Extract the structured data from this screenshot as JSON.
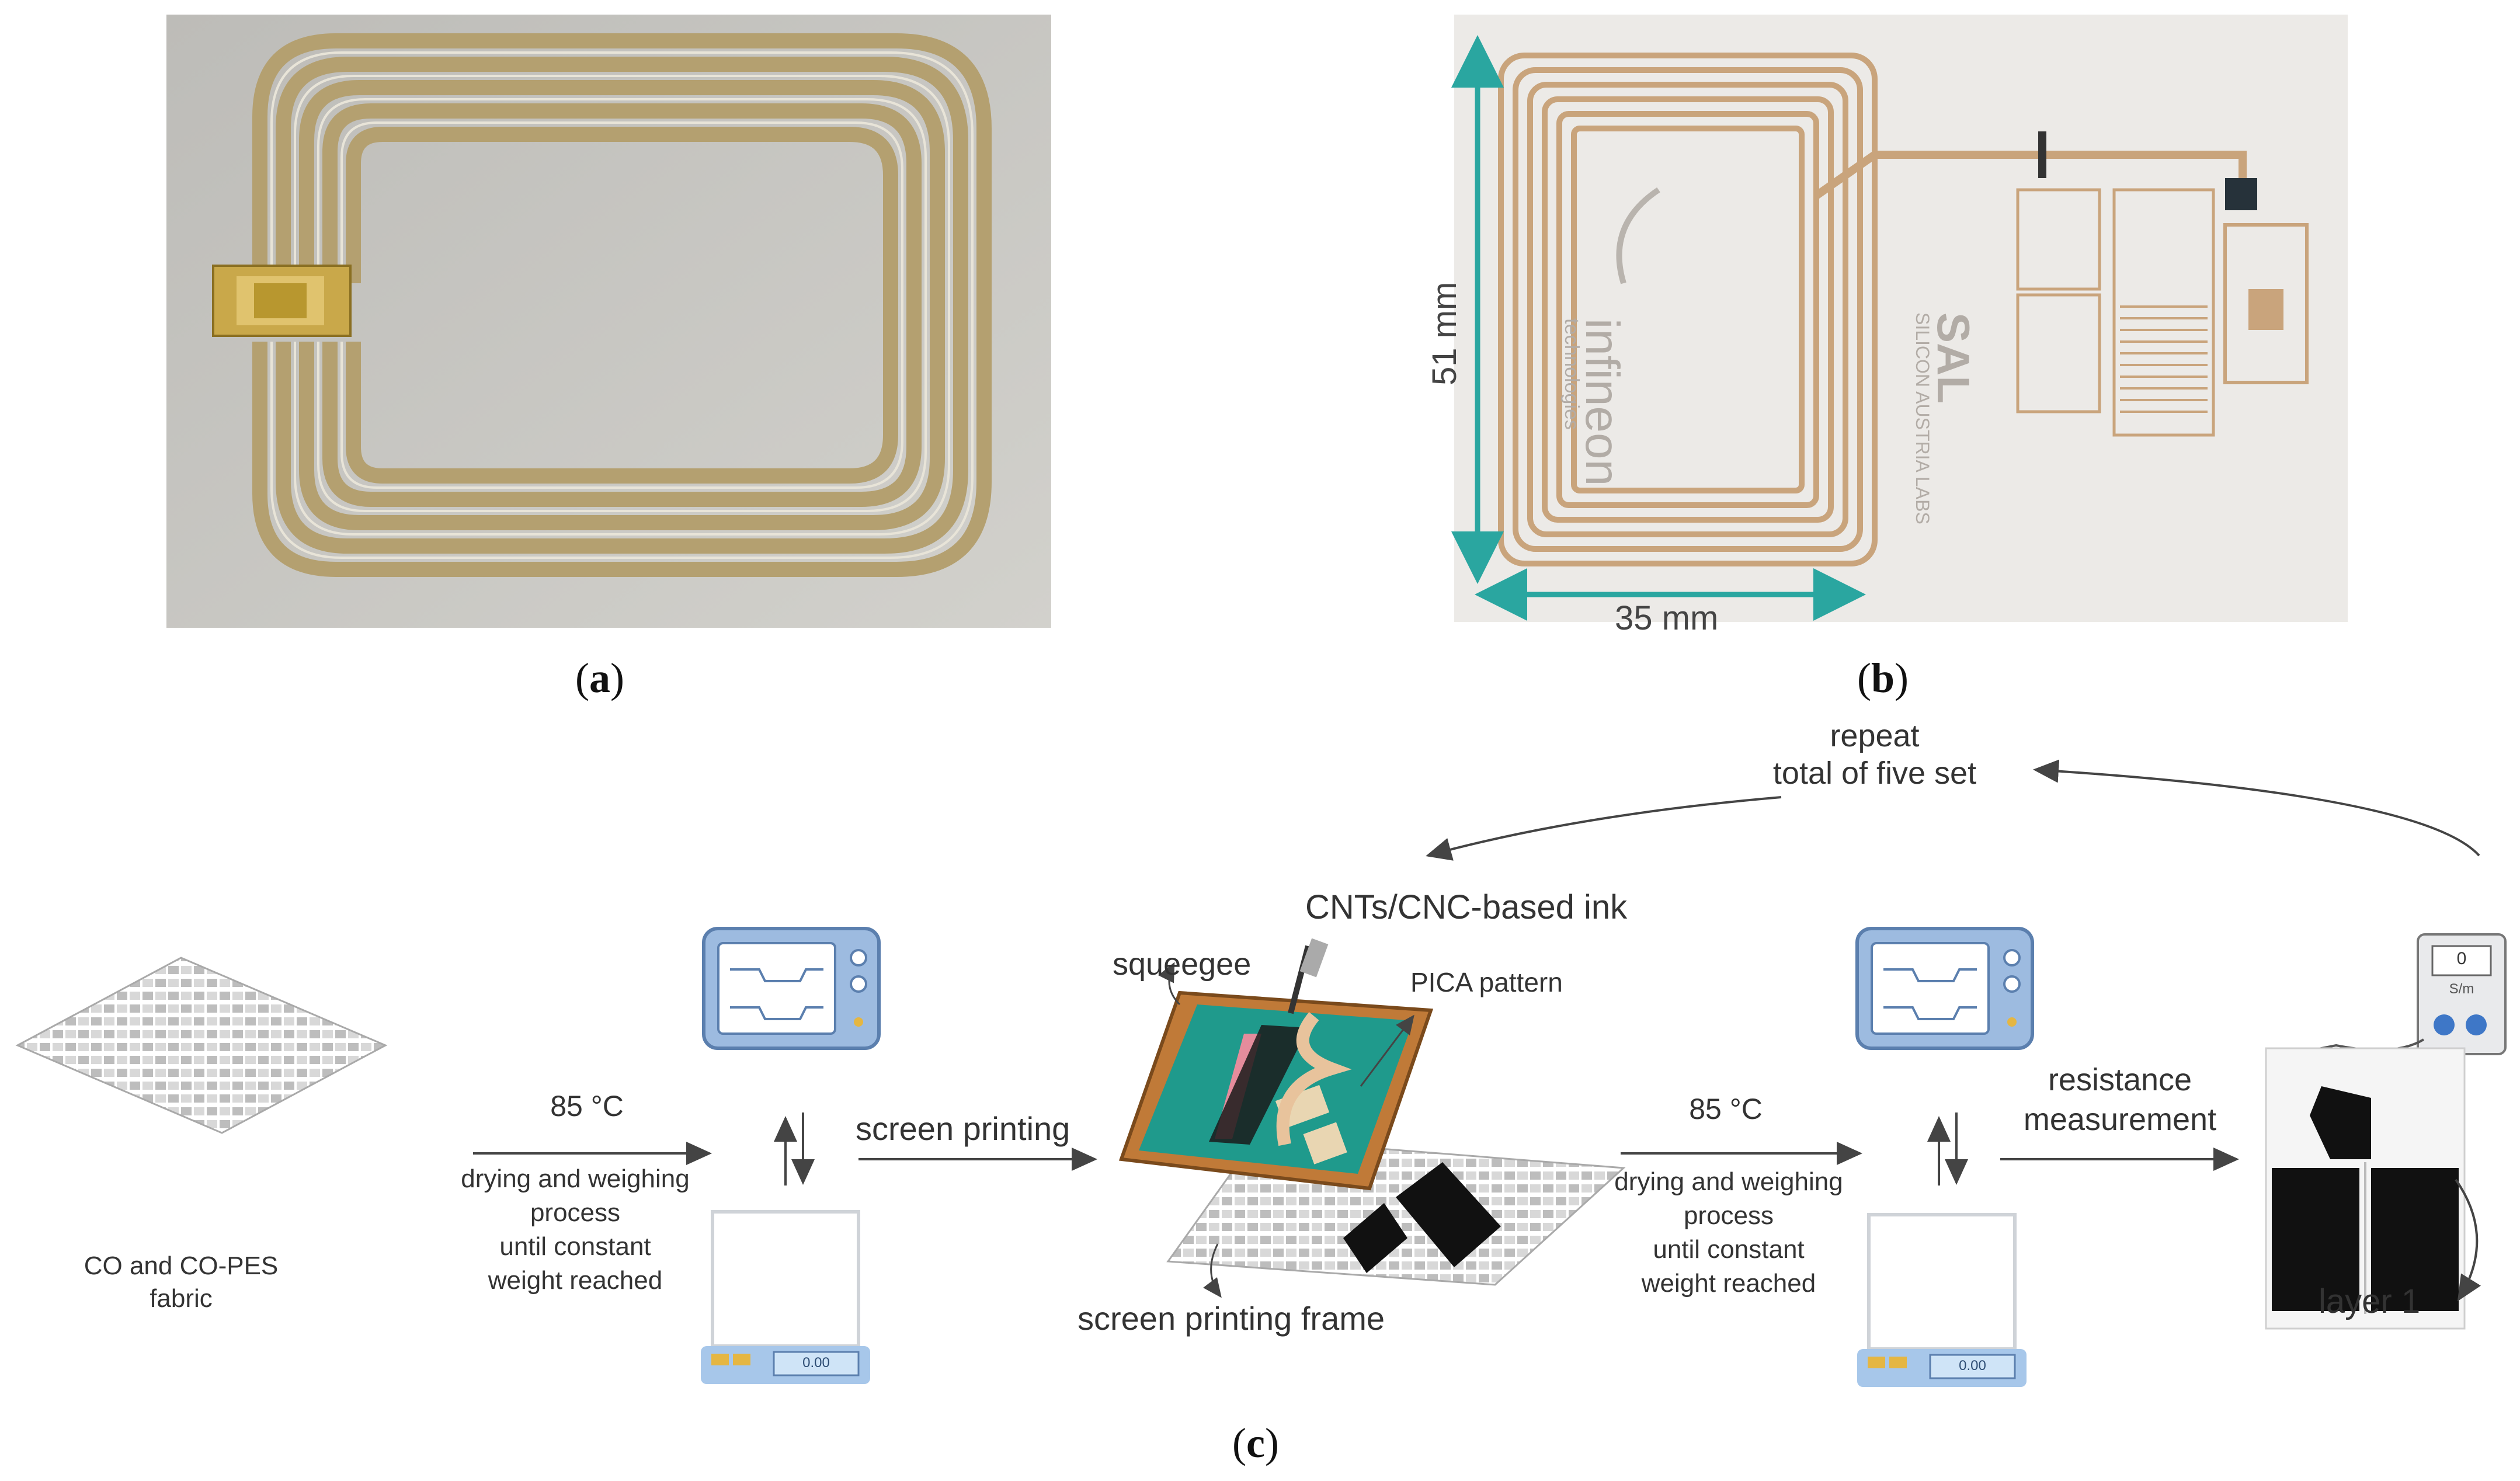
{
  "panels": {
    "a": {
      "label": "a"
    },
    "b": {
      "label": "b"
    },
    "c": {
      "label": "c"
    }
  },
  "photo_b": {
    "dim_vertical": "51 mm",
    "dim_horizontal": "35 mm",
    "logo_text": "infineon",
    "logo_subtext": "technologies",
    "sal_text": "SAL",
    "sal_subtext": "SILICON AUSTRIA LABS"
  },
  "diagram": {
    "repeat_line1": "repeat",
    "repeat_line2": "total of five set",
    "fabric_line1": "CO and CO-PES",
    "fabric_line2": "fabric",
    "temp1": "85 °C",
    "drying1": [
      "drying and weighing",
      "process",
      "until constant",
      "weight reached"
    ],
    "screen_printing": "screen printing",
    "ink": "CNTs/CNC-based ink",
    "squeegee": "squeegee",
    "pica": "PICA pattern",
    "frame": "screen printing frame",
    "temp2": "85 °C",
    "drying2": [
      "drying and weighing",
      "process",
      "until constant",
      "weight reached"
    ],
    "resistance_line1": "resistance",
    "resistance_line2": "measurement",
    "layer": "layer 1",
    "meter_display": "0",
    "meter_unit": "S/m",
    "scale_display": "0.00"
  },
  "colors": {
    "gold_trace": "#b9a47a",
    "teal_arrow": "#2aa6a0",
    "oven_blue": "#7aa7d6",
    "screen_green": "#1f9a8c",
    "frame_brown": "#b8722e"
  }
}
